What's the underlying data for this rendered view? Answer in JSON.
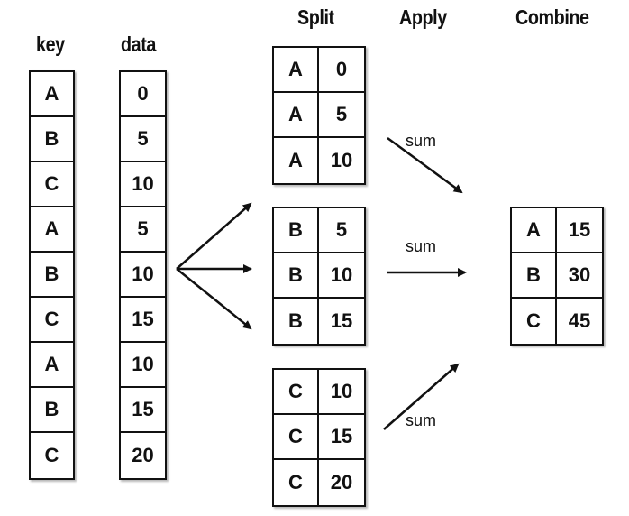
{
  "headers": {
    "key": "key",
    "data": "data",
    "split": "Split",
    "apply": "Apply",
    "combine": "Combine"
  },
  "key_column": [
    "A",
    "B",
    "C",
    "A",
    "B",
    "C",
    "A",
    "B",
    "C"
  ],
  "data_column": [
    "0",
    "5",
    "10",
    "5",
    "10",
    "15",
    "10",
    "15",
    "20"
  ],
  "split_groups": [
    {
      "rows": [
        [
          "A",
          "0"
        ],
        [
          "A",
          "5"
        ],
        [
          "A",
          "10"
        ]
      ]
    },
    {
      "rows": [
        [
          "B",
          "5"
        ],
        [
          "B",
          "10"
        ],
        [
          "B",
          "15"
        ]
      ]
    },
    {
      "rows": [
        [
          "C",
          "10"
        ],
        [
          "C",
          "15"
        ],
        [
          "C",
          "20"
        ]
      ]
    }
  ],
  "apply_labels": [
    "sum",
    "sum",
    "sum"
  ],
  "combine_table": [
    [
      "A",
      "15"
    ],
    [
      "B",
      "30"
    ],
    [
      "C",
      "45"
    ]
  ]
}
